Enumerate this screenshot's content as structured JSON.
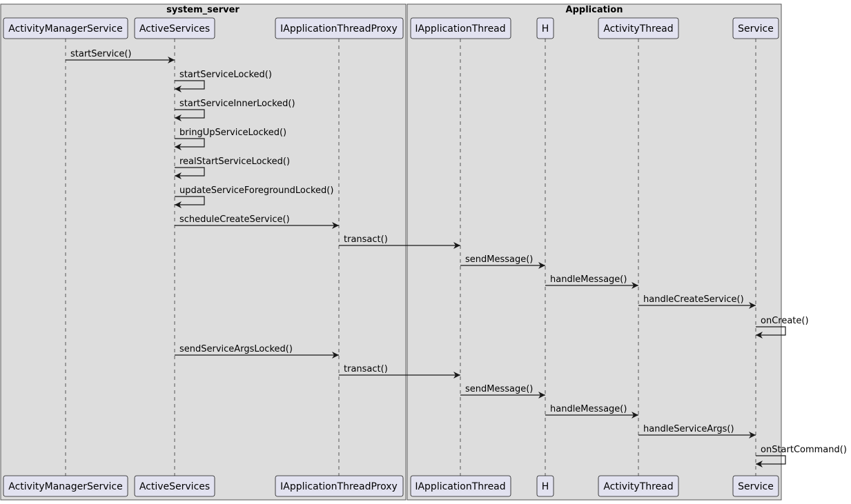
{
  "groups": [
    {
      "title": "system_server"
    },
    {
      "title": "Application"
    }
  ],
  "participants": [
    {
      "id": "ams",
      "label": "ActivityManagerService"
    },
    {
      "id": "as",
      "label": "ActiveServices"
    },
    {
      "id": "iatp",
      "label": "IApplicationThreadProxy"
    },
    {
      "id": "iat",
      "label": "IApplicationThread"
    },
    {
      "id": "h",
      "label": "H"
    },
    {
      "id": "at",
      "label": "ActivityThread"
    },
    {
      "id": "svc",
      "label": "Service"
    }
  ],
  "messages": [
    {
      "from": "ams",
      "to": "as",
      "label": "startService()"
    },
    {
      "from": "as",
      "to": "as",
      "label": "startServiceLocked()"
    },
    {
      "from": "as",
      "to": "as",
      "label": "startServiceInnerLocked()"
    },
    {
      "from": "as",
      "to": "as",
      "label": "bringUpServiceLocked()"
    },
    {
      "from": "as",
      "to": "as",
      "label": "realStartServiceLocked()"
    },
    {
      "from": "as",
      "to": "as",
      "label": "updateServiceForegroundLocked()"
    },
    {
      "from": "as",
      "to": "iatp",
      "label": "scheduleCreateService()"
    },
    {
      "from": "iatp",
      "to": "iat",
      "label": "transact()"
    },
    {
      "from": "iat",
      "to": "h",
      "label": "sendMessage()"
    },
    {
      "from": "h",
      "to": "at",
      "label": "handleMessage()"
    },
    {
      "from": "at",
      "to": "svc",
      "label": "handleCreateService()"
    },
    {
      "from": "svc",
      "to": "svc",
      "label": "onCreate()"
    },
    {
      "from": "as",
      "to": "iatp",
      "label": "sendServiceArgsLocked()"
    },
    {
      "from": "iatp",
      "to": "iat",
      "label": "transact()"
    },
    {
      "from": "iat",
      "to": "h",
      "label": "sendMessage()"
    },
    {
      "from": "h",
      "to": "at",
      "label": "handleMessage()"
    },
    {
      "from": "at",
      "to": "svc",
      "label": "handleServiceArgs()"
    },
    {
      "from": "svc",
      "to": "svc",
      "label": "onStartCommand()"
    }
  ],
  "colors": {
    "group_fill": "#dddddd",
    "group_stroke": "#555555",
    "participant_fill": "#e2e2f0",
    "participant_stroke": "#181818",
    "lifeline": "#555555",
    "arrow": "#181818"
  }
}
